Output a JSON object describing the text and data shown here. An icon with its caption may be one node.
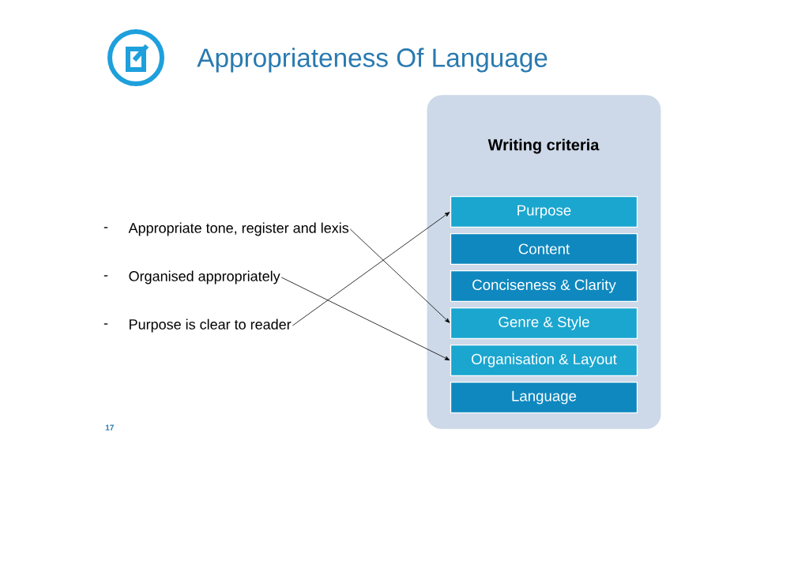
{
  "diagram": {
    "title": "Appropriateness Of Language",
    "nodes": [
      {
        "text": [
          "Writing criteria"
        ]
      },
      {
        "text": [
          "Purpose"
        ],
        "in": 0
      },
      {
        "text": [
          "Content"
        ],
        "in": 0
      },
      {
        "text": [
          "Conciseness & Clarity"
        ],
        "in": 0
      },
      {
        "text": [
          "Genre & Style"
        ],
        "in": 0
      },
      {
        "text": [
          "Organisation & Layout"
        ],
        "in": 0
      },
      {
        "text": [
          "Language"
        ],
        "in": 0
      },
      {
        "text": [
          "Appropriate tone, register and lexis"
        ]
      },
      {
        "text": [
          "Organised appropriately"
        ]
      },
      {
        "text": [
          "Purpose is clear to reader"
        ]
      }
    ],
    "edges": [
      {
        "from": 7,
        "to": 4,
        "arrow": "to"
      },
      {
        "from": 8,
        "to": 5,
        "arrow": "to"
      },
      {
        "from": 9,
        "to": 1,
        "arrow": "to"
      }
    ],
    "labels": [
      "-",
      "-",
      "-",
      "17"
    ]
  }
}
